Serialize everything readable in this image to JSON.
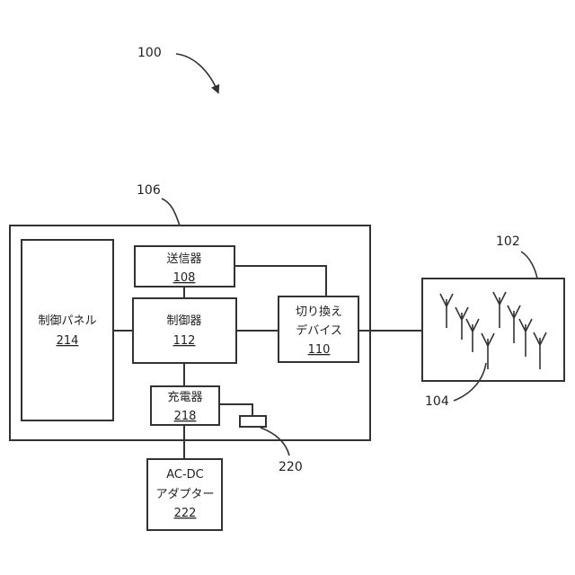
{
  "figure": {
    "ref_system": "100",
    "ref_device": "106",
    "ref_antenna_unit": "102",
    "ref_antenna": "104",
    "ref_port": "220"
  },
  "blocks": {
    "control_panel": {
      "label": "制御パネル",
      "number": "214"
    },
    "transmitter": {
      "label": "送信器",
      "number": "108"
    },
    "controller": {
      "label": "制御器",
      "number": "112"
    },
    "switch_device": {
      "label_line1": "切り換え",
      "label_line2": "デバイス",
      "number": "110"
    },
    "charger": {
      "label": "充電器",
      "number": "218"
    },
    "adapter": {
      "label_line1": "AC-DC",
      "label_line2": "アダプター",
      "number": "222"
    }
  },
  "colors": {
    "line": "#333333",
    "background": "#ffffff"
  },
  "icons": {
    "antenna": "antenna-icon"
  }
}
